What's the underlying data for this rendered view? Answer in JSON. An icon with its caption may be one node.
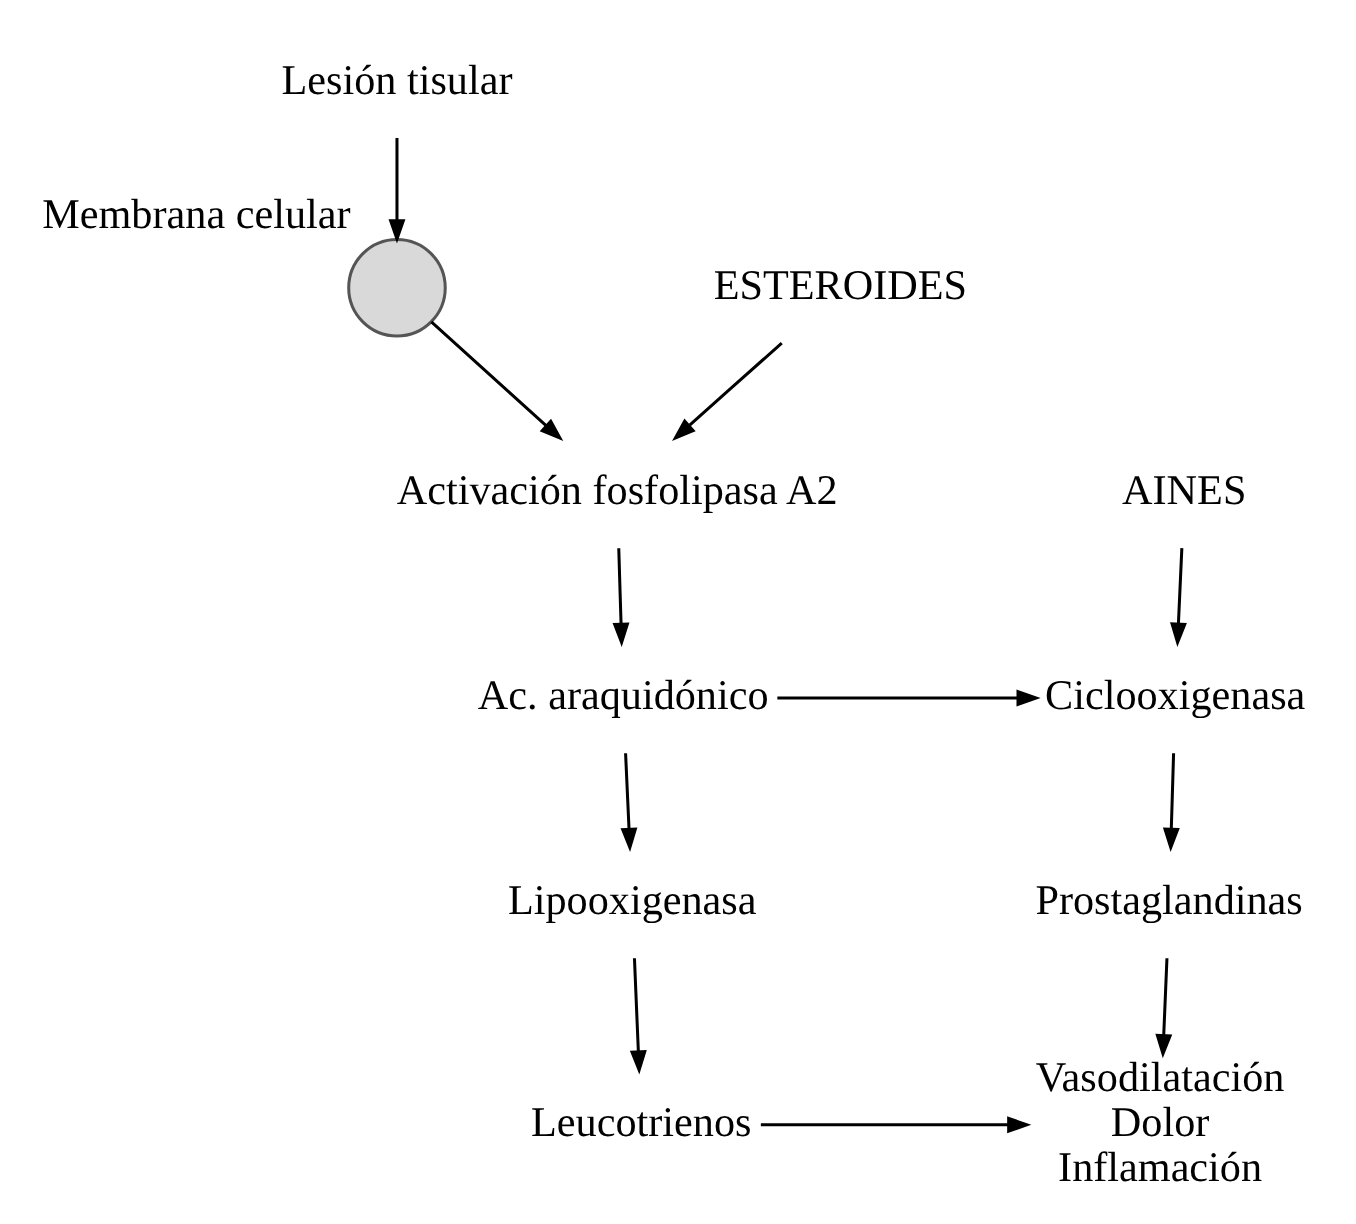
{
  "diagram": {
    "nodes": [
      {
        "text": [
          "Lesión tisular"
        ]
      },
      {
        "text": [],
        "shape": "circle",
        "beside": [
          "Membrana celular"
        ]
      },
      {
        "text": [
          "Activación fosfolipasa A2"
        ]
      },
      {
        "text": [
          "ESTEROIDES"
        ]
      },
      {
        "text": [
          "AINES"
        ]
      },
      {
        "text": [
          "Ac. araquidónico"
        ]
      },
      {
        "text": [
          "Ciclooxigenasa"
        ]
      },
      {
        "text": [
          "Lipooxigenasa"
        ]
      },
      {
        "text": [
          "Prostaglandinas"
        ]
      },
      {
        "text": [
          "Leucotrienos"
        ]
      },
      {
        "text": [
          "Vasodilatación",
          "Dolor",
          "Inflamación"
        ]
      }
    ],
    "edges": [
      {
        "from": 0,
        "to": 1,
        "arrow": "to"
      },
      {
        "from": 1,
        "to": 2,
        "arrow": "to"
      },
      {
        "from": 3,
        "to": 2,
        "arrow": "to"
      },
      {
        "from": 4,
        "to": 6,
        "arrow": "to"
      },
      {
        "from": 2,
        "to": 5,
        "arrow": "to"
      },
      {
        "from": 5,
        "to": 6,
        "arrow": "to"
      },
      {
        "from": 5,
        "to": 7,
        "arrow": "to"
      },
      {
        "from": 6,
        "to": 8,
        "arrow": "to"
      },
      {
        "from": 7,
        "to": 9,
        "arrow": "to"
      },
      {
        "from": 8,
        "to": 10,
        "arrow": "to"
      },
      {
        "from": 9,
        "to": 10,
        "arrow": "to"
      }
    ]
  }
}
